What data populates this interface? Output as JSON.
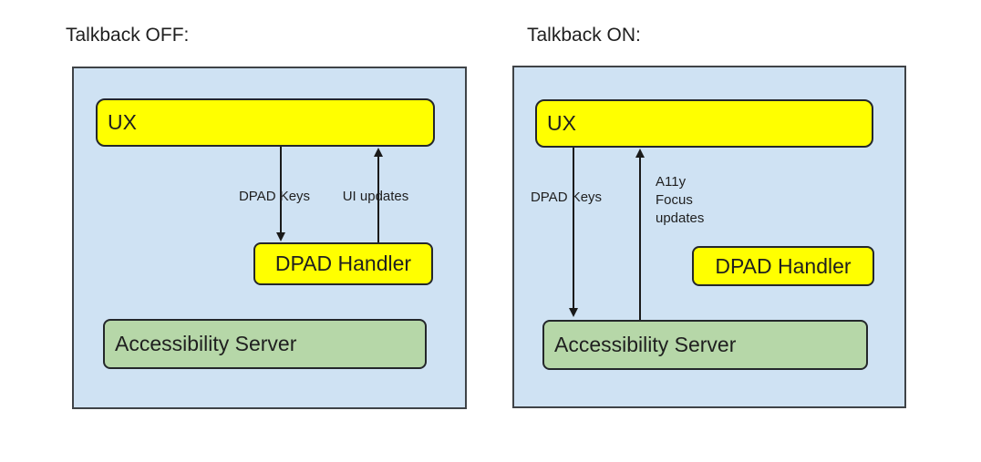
{
  "colors": {
    "page_bg": "#ffffff",
    "panel_bg": "#cfe2f3",
    "panel_border": "#3f4347",
    "yellow_box_bg": "#ffff00",
    "green_box_bg": "#b6d7a8",
    "box_border": "#24272b",
    "arrow": "#1a1a1a",
    "text": "#1f1f1f"
  },
  "panels": [
    {
      "title": "Talkback OFF:",
      "ux_label": "UX",
      "dpad_handler_label": "DPAD Handler",
      "accessibility_server_label": "Accessibility Server",
      "down_arrow_label": "DPAD Keys",
      "up_arrow_label": "UI updates"
    },
    {
      "title": "Talkback ON:",
      "ux_label": "UX",
      "dpad_handler_label": "DPAD Handler",
      "accessibility_server_label": "Accessibility Server",
      "down_arrow_label": "DPAD Keys",
      "up_arrow_label_lines": [
        "A11y",
        "Focus",
        "updates"
      ]
    }
  ]
}
